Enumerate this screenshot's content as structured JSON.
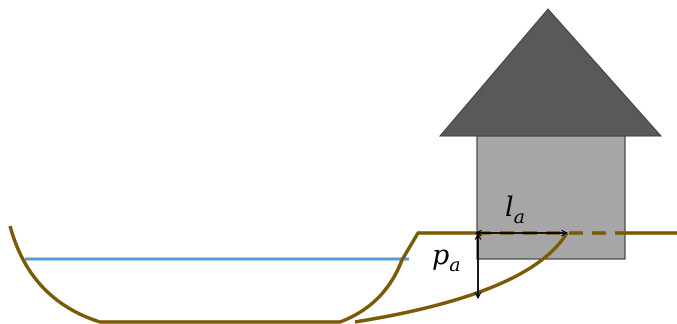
{
  "labels": {
    "la": {
      "main": "l",
      "sub": "a"
    },
    "pa": {
      "main": "p",
      "sub": "a"
    }
  },
  "colors": {
    "ground": "#7a5a08",
    "water": "#5b9bd5",
    "roof": "#595959",
    "roof_stroke": "#3f3f3f",
    "wall": "#a6a6a6",
    "wall_stroke": "#404040",
    "arrow": "#000000"
  },
  "icons": {
    "house": "house-icon",
    "arrow": "double-arrow-icon"
  }
}
